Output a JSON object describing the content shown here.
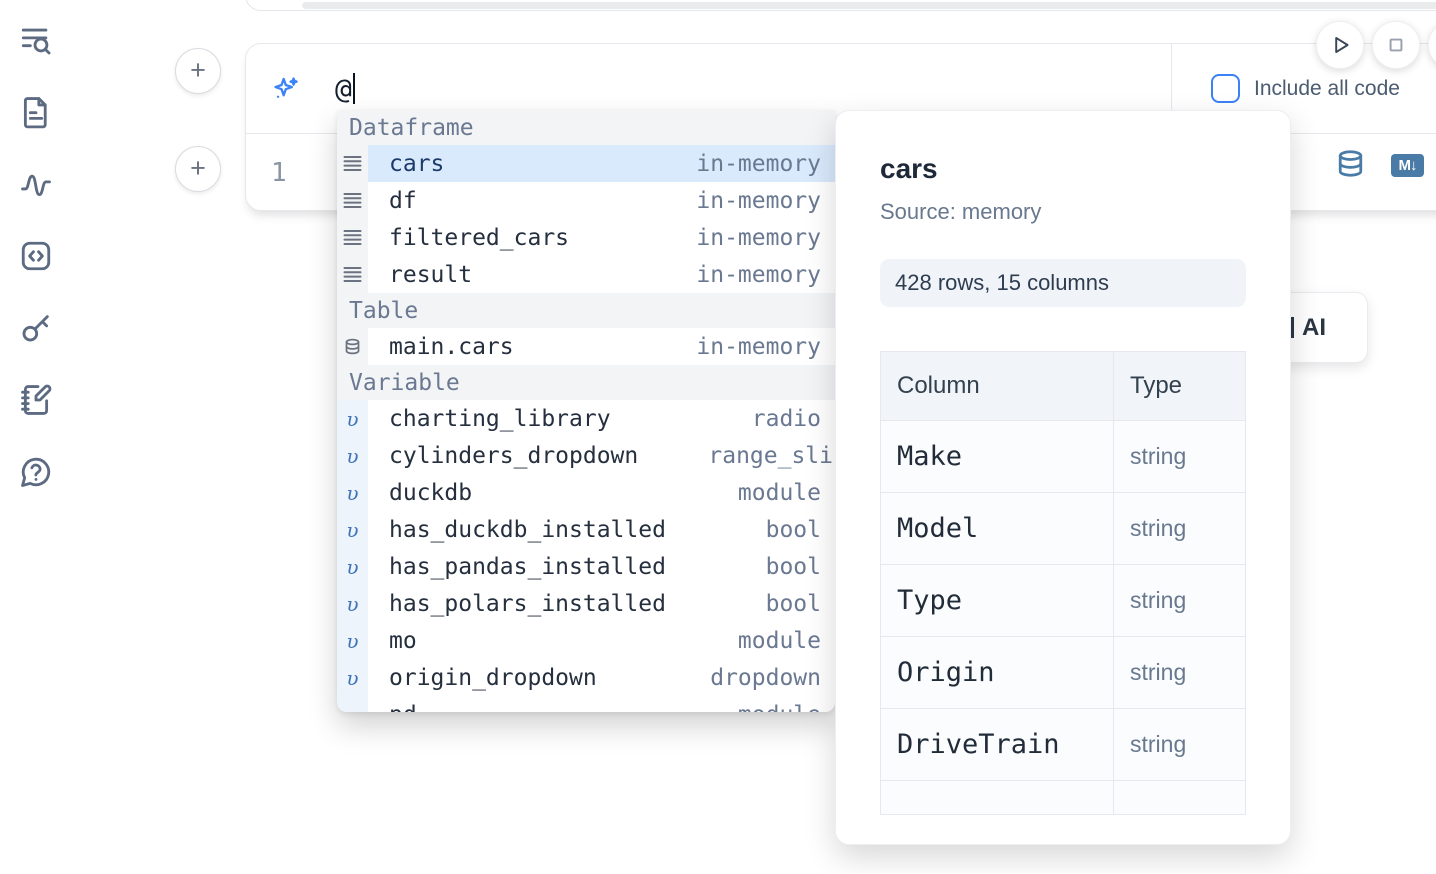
{
  "sidebar": {
    "items": [
      {
        "icon": "search-list-icon"
      },
      {
        "icon": "document-icon"
      },
      {
        "icon": "activity-icon"
      },
      {
        "icon": "code-cell-icon"
      },
      {
        "icon": "key-icon"
      },
      {
        "icon": "scratchpad-icon"
      },
      {
        "icon": "help-icon"
      }
    ]
  },
  "ui": {
    "plus_label": "+"
  },
  "prompt": {
    "value": "@",
    "include_label": "Include all code",
    "include_checked": false
  },
  "editor": {
    "line_number": "1",
    "markdown_badge": "M↓"
  },
  "ai_button": {
    "label": "AI"
  },
  "icons": {
    "variable_glyph": "υ"
  },
  "autocomplete": {
    "rows": [
      {
        "kind": "header",
        "label": "Dataframe"
      },
      {
        "kind": "dataframe",
        "label": "cars",
        "type": "in-memory",
        "selected": true
      },
      {
        "kind": "dataframe",
        "label": "df",
        "type": "in-memory"
      },
      {
        "kind": "dataframe",
        "label": "filtered_cars",
        "type": "in-memory"
      },
      {
        "kind": "dataframe",
        "label": "result",
        "type": "in-memory"
      },
      {
        "kind": "header",
        "label": "Table"
      },
      {
        "kind": "table",
        "label": "main.cars",
        "type": "in-memory"
      },
      {
        "kind": "header",
        "label": "Variable"
      },
      {
        "kind": "variable",
        "label": "charting_library",
        "type": "radio"
      },
      {
        "kind": "variable",
        "label": "cylinders_dropdown",
        "type": "range_sli"
      },
      {
        "kind": "variable",
        "label": "duckdb",
        "type": "module"
      },
      {
        "kind": "variable",
        "label": "has_duckdb_installed",
        "type": "bool"
      },
      {
        "kind": "variable",
        "label": "has_pandas_installed",
        "type": "bool"
      },
      {
        "kind": "variable",
        "label": "has_polars_installed",
        "type": "bool"
      },
      {
        "kind": "variable",
        "label": "mo",
        "type": "module"
      },
      {
        "kind": "variable",
        "label": "origin_dropdown",
        "type": "dropdown"
      },
      {
        "kind": "variable",
        "label": "pd",
        "type": "module"
      }
    ]
  },
  "preview": {
    "title": "cars",
    "source_label": "Source: memory",
    "shape_label": "428 rows, 15 columns",
    "table": {
      "headers": [
        "Column",
        "Type"
      ],
      "rows": [
        [
          "Make",
          "string"
        ],
        [
          "Model",
          "string"
        ],
        [
          "Type",
          "string"
        ],
        [
          "Origin",
          "string"
        ],
        [
          "DriveTrain",
          "string"
        ]
      ]
    }
  },
  "colors": {
    "accent_blue": "#3b82f6",
    "steel_blue": "#4a7ba6",
    "selected_row_bg": "#d9eafc",
    "icon_slate": "#5d6b82"
  }
}
